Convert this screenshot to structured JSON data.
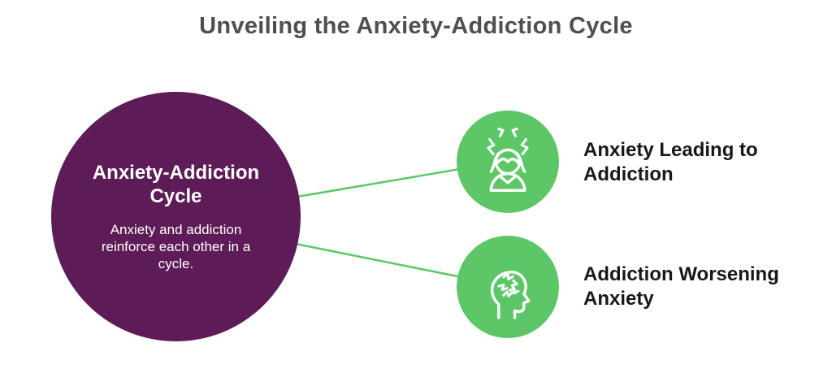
{
  "title": "Unveiling the Anxiety-Addiction Cycle",
  "center_node": {
    "heading": "Anxiety-Addiction Cycle",
    "description": "Anxiety and addiction reinforce each other in a cycle."
  },
  "branches": [
    {
      "icon": "anxious-person-icon",
      "label": "Anxiety Leading to Addiction"
    },
    {
      "icon": "distressed-head-icon",
      "label": "Addiction Worsening Anxiety"
    }
  ],
  "colors": {
    "background": "#ffffff",
    "purple": "#5d1b57",
    "green": "#5dc768",
    "title_text": "#4f4f51",
    "label_text": "#18181a",
    "node_text": "#ffffff"
  }
}
